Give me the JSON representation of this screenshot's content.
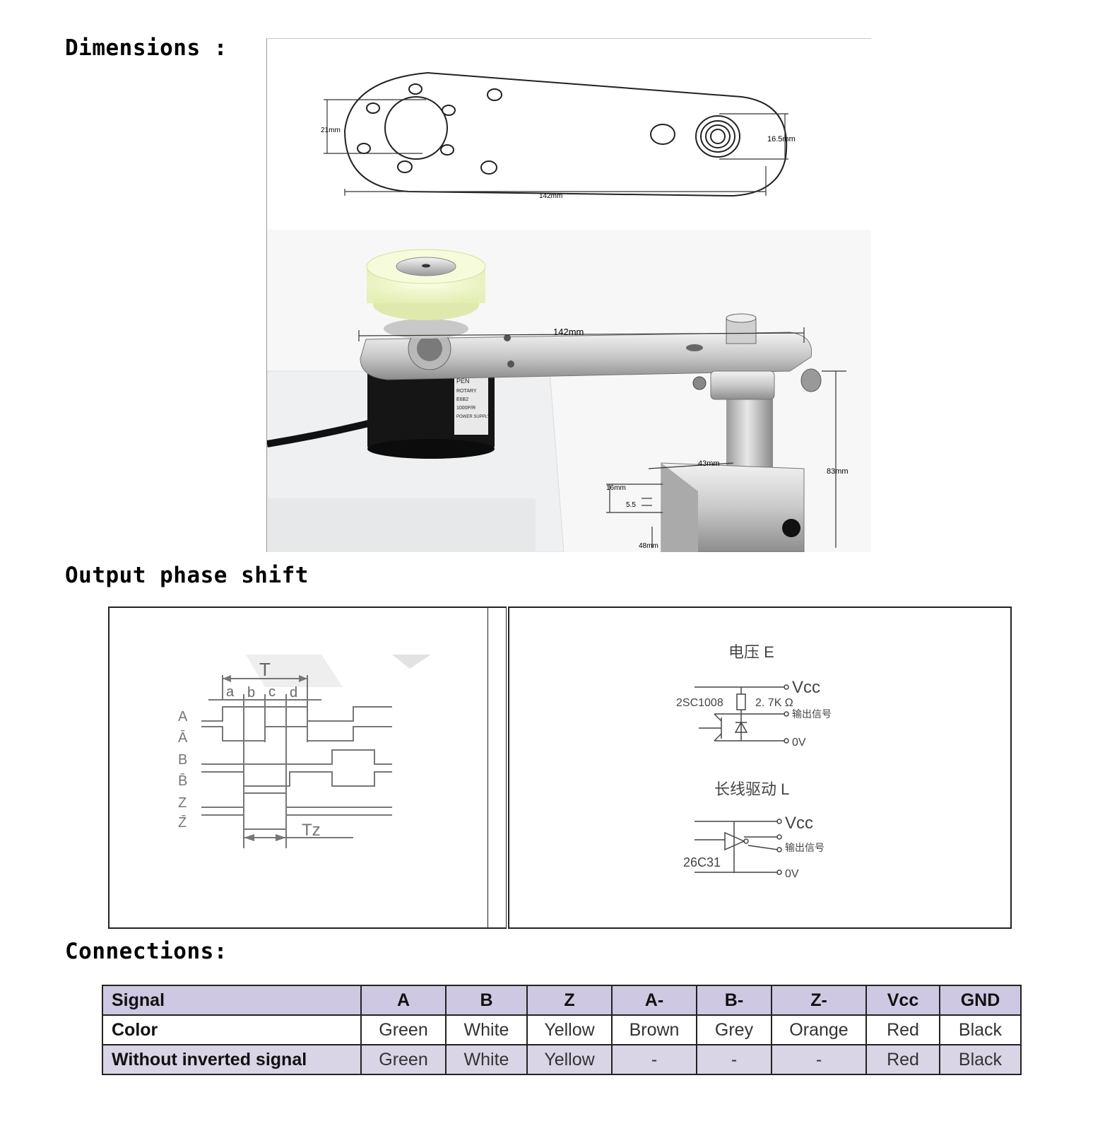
{
  "sections": {
    "dimensions": "Dimensions :",
    "output_phase": "Output phase shift",
    "connections": "Connections:"
  },
  "dimensions_drawing": {
    "dim_21": "21mm",
    "dim_16_5": "16.5mm",
    "dim_142_top": "142mm",
    "dim_142_photo": "142mm",
    "dim_43": "43mm",
    "dim_83": "83mm",
    "dim_16": "16mm",
    "dim_5_5": "5.5",
    "dim_48": "48mm",
    "label_lines": [
      "PEN",
      "ROTARY",
      "E6B2",
      "1000P/R",
      "POWER SUPPLY"
    ]
  },
  "timing": {
    "period": "T",
    "phases": [
      "a",
      "b",
      "c",
      "d"
    ],
    "signals": [
      "A",
      "Ā",
      "B",
      "B̄",
      "Z",
      "Z̄"
    ],
    "tz": "Tz"
  },
  "circuit": {
    "e_title": "电压 E",
    "e_vcc": "Vcc",
    "e_transistor": "2SC1008",
    "e_resistor": "2. 7K Ω",
    "e_output": "输出信号",
    "e_gnd": "0V",
    "l_title": "长线驱动 L",
    "l_vcc": "Vcc",
    "l_output": "输出信号",
    "l_chip": "26C31",
    "l_gnd": "0V"
  },
  "connections_table": {
    "header": [
      "Signal",
      "A",
      "B",
      "Z",
      "A-",
      "B-",
      "Z-",
      "Vcc",
      "GND"
    ],
    "rows": [
      [
        "Color",
        "Green",
        "White",
        "Yellow",
        "Brown",
        "Grey",
        "Orange",
        "Red",
        "Black"
      ],
      [
        "Without inverted signal",
        "Green",
        "White",
        "Yellow",
        "-",
        "-",
        "-",
        "Red",
        "Black"
      ]
    ]
  }
}
